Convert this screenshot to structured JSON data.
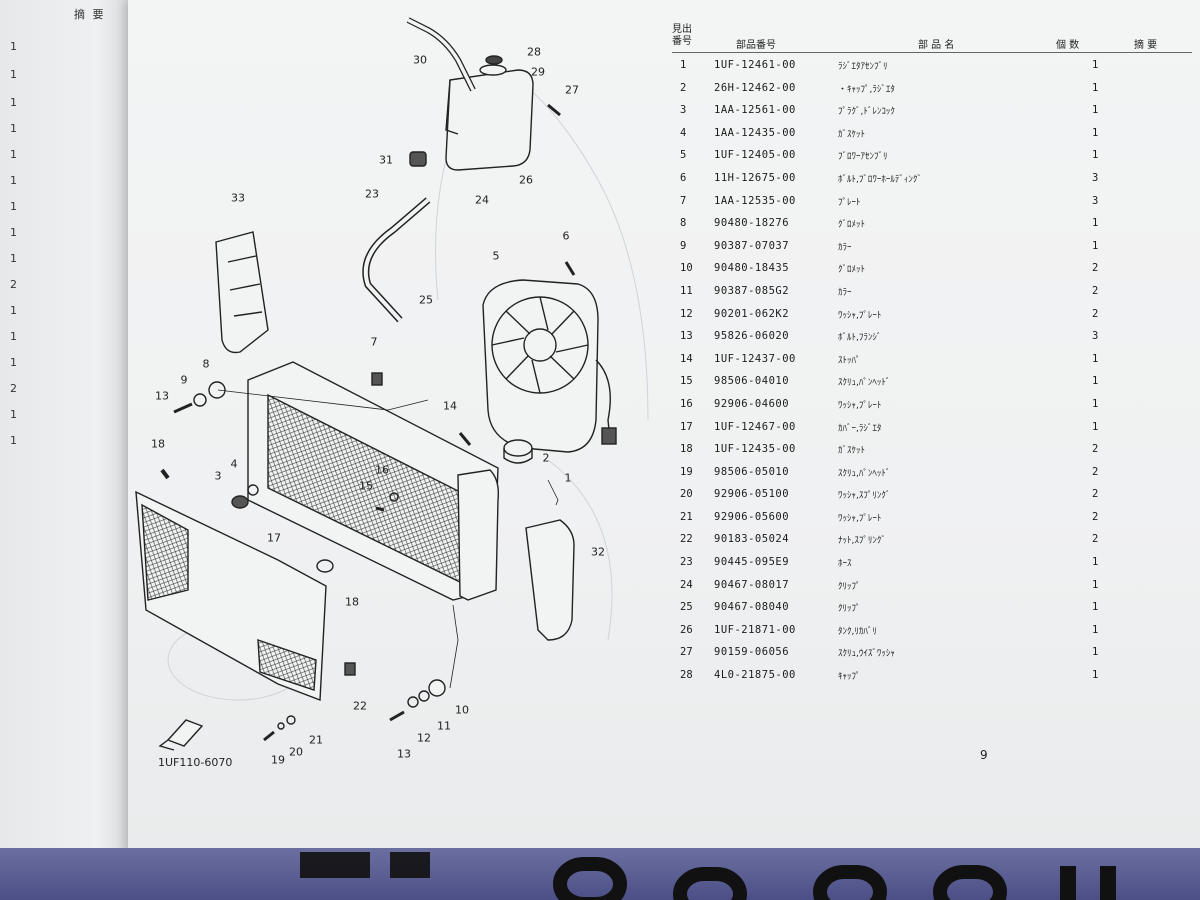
{
  "left_column": {
    "header": "摘 要",
    "numbers": [
      "1",
      "1",
      "1",
      "1",
      "1",
      "1",
      "1",
      "1",
      "1",
      "2",
      "1",
      "1",
      "1",
      "2",
      "1",
      "1"
    ]
  },
  "figure": {
    "code": "1UF110-6070",
    "page_number": "9",
    "callouts": [
      "1",
      "2",
      "3",
      "4",
      "5",
      "6",
      "7",
      "8",
      "9",
      "10",
      "11",
      "12",
      "13",
      "13",
      "14",
      "15",
      "16",
      "17",
      "18",
      "18",
      "19",
      "20",
      "21",
      "22",
      "23",
      "24",
      "25",
      "26",
      "27",
      "28",
      "29",
      "30",
      "31",
      "32",
      "33"
    ]
  },
  "parts_table": {
    "headers": {
      "ref": "見出\n番号",
      "part_no": "部品番号",
      "description": "部 品 名",
      "qty": "個 数",
      "remarks": "摘 要"
    },
    "rows": [
      {
        "ref": "1",
        "part_no": "1UF-12461-00",
        "desc": "ﾗｼﾞｴﾀｱｾﾝﾌﾞﾘ",
        "qty": "1"
      },
      {
        "ref": "2",
        "part_no": "26H-12462-00",
        "desc": "・ｷｬｯﾌﾟ,ﾗｼﾞｴﾀ",
        "qty": "1"
      },
      {
        "ref": "3",
        "part_no": "1AA-12561-00",
        "desc": "ﾌﾟﾗｸﾞ,ﾄﾞﾚﾝｺｯｸ",
        "qty": "1"
      },
      {
        "ref": "4",
        "part_no": "1AA-12435-00",
        "desc": "ｶﾞｽｹｯﾄ",
        "qty": "1"
      },
      {
        "ref": "5",
        "part_no": "1UF-12405-00",
        "desc": "ﾌﾞﾛﾜｰｱｾﾝﾌﾞﾘ",
        "qty": "1"
      },
      {
        "ref": "6",
        "part_no": "11H-12675-00",
        "desc": "ﾎﾞﾙﾄ,ﾌﾞﾛﾜｰﾎｰﾙﾃﾞｨﾝｸﾞ",
        "qty": "3"
      },
      {
        "ref": "7",
        "part_no": "1AA-12535-00",
        "desc": "ﾌﾟﾚｰﾄ",
        "qty": "3"
      },
      {
        "ref": "8",
        "part_no": "90480-18276",
        "desc": "ｸﾞﾛﾒｯﾄ",
        "qty": "1"
      },
      {
        "ref": "9",
        "part_no": "90387-07037",
        "desc": "ｶﾗｰ",
        "qty": "1"
      },
      {
        "ref": "10",
        "part_no": "90480-18435",
        "desc": "ｸﾞﾛﾒｯﾄ",
        "qty": "2"
      },
      {
        "ref": "11",
        "part_no": "90387-085G2",
        "desc": "ｶﾗｰ",
        "qty": "2"
      },
      {
        "ref": "12",
        "part_no": "90201-062K2",
        "desc": "ﾜｯｼｬ,ﾌﾟﾚｰﾄ",
        "qty": "2"
      },
      {
        "ref": "13",
        "part_no": "95826-06020",
        "desc": "ﾎﾞﾙﾄ,ﾌﾗﾝｼﾞ",
        "qty": "3"
      },
      {
        "ref": "14",
        "part_no": "1UF-12437-00",
        "desc": "ｽﾄｯﾊﾟ",
        "qty": "1"
      },
      {
        "ref": "15",
        "part_no": "98506-04010",
        "desc": "ｽｸﾘｭ,ﾊﾟﾝﾍｯﾄﾞ",
        "qty": "1"
      },
      {
        "ref": "16",
        "part_no": "92906-04600",
        "desc": "ﾜｯｼｬ,ﾌﾟﾚｰﾄ",
        "qty": "1"
      },
      {
        "ref": "17",
        "part_no": "1UF-12467-00",
        "desc": "ｶﾊﾞｰ,ﾗｼﾞｴﾀ",
        "qty": "1"
      },
      {
        "ref": "18",
        "part_no": "1UF-12435-00",
        "desc": "ｶﾞｽｹｯﾄ",
        "qty": "2"
      },
      {
        "ref": "19",
        "part_no": "98506-05010",
        "desc": "ｽｸﾘｭ,ﾊﾟﾝﾍｯﾄﾞ",
        "qty": "2"
      },
      {
        "ref": "20",
        "part_no": "92906-05100",
        "desc": "ﾜｯｼｬ,ｽﾌﾟﾘﾝｸﾞ",
        "qty": "2"
      },
      {
        "ref": "21",
        "part_no": "92906-05600",
        "desc": "ﾜｯｼｬ,ﾌﾟﾚｰﾄ",
        "qty": "2"
      },
      {
        "ref": "22",
        "part_no": "90183-05024",
        "desc": "ﾅｯﾄ,ｽﾌﾟﾘﾝｸﾞ",
        "qty": "2"
      },
      {
        "ref": "23",
        "part_no": "90445-095E9",
        "desc": "ﾎｰｽ",
        "qty": "1"
      },
      {
        "ref": "24",
        "part_no": "90467-08017",
        "desc": "ｸﾘｯﾌﾟ",
        "qty": "1"
      },
      {
        "ref": "25",
        "part_no": "90467-08040",
        "desc": "ｸﾘｯﾌﾟ",
        "qty": "1"
      },
      {
        "ref": "26",
        "part_no": "1UF-21871-00",
        "desc": "ﾀﾝｸ,ﾘｶﾊﾞﾘ",
        "qty": "1"
      },
      {
        "ref": "27",
        "part_no": "90159-06056",
        "desc": "ｽｸﾘｭ,ｳｲｽﾞﾜｯｼｬ",
        "qty": "1"
      },
      {
        "ref": "28",
        "part_no": "4L0-21875-00",
        "desc": "ｷｬｯﾌﾟ",
        "qty": "1"
      }
    ]
  }
}
